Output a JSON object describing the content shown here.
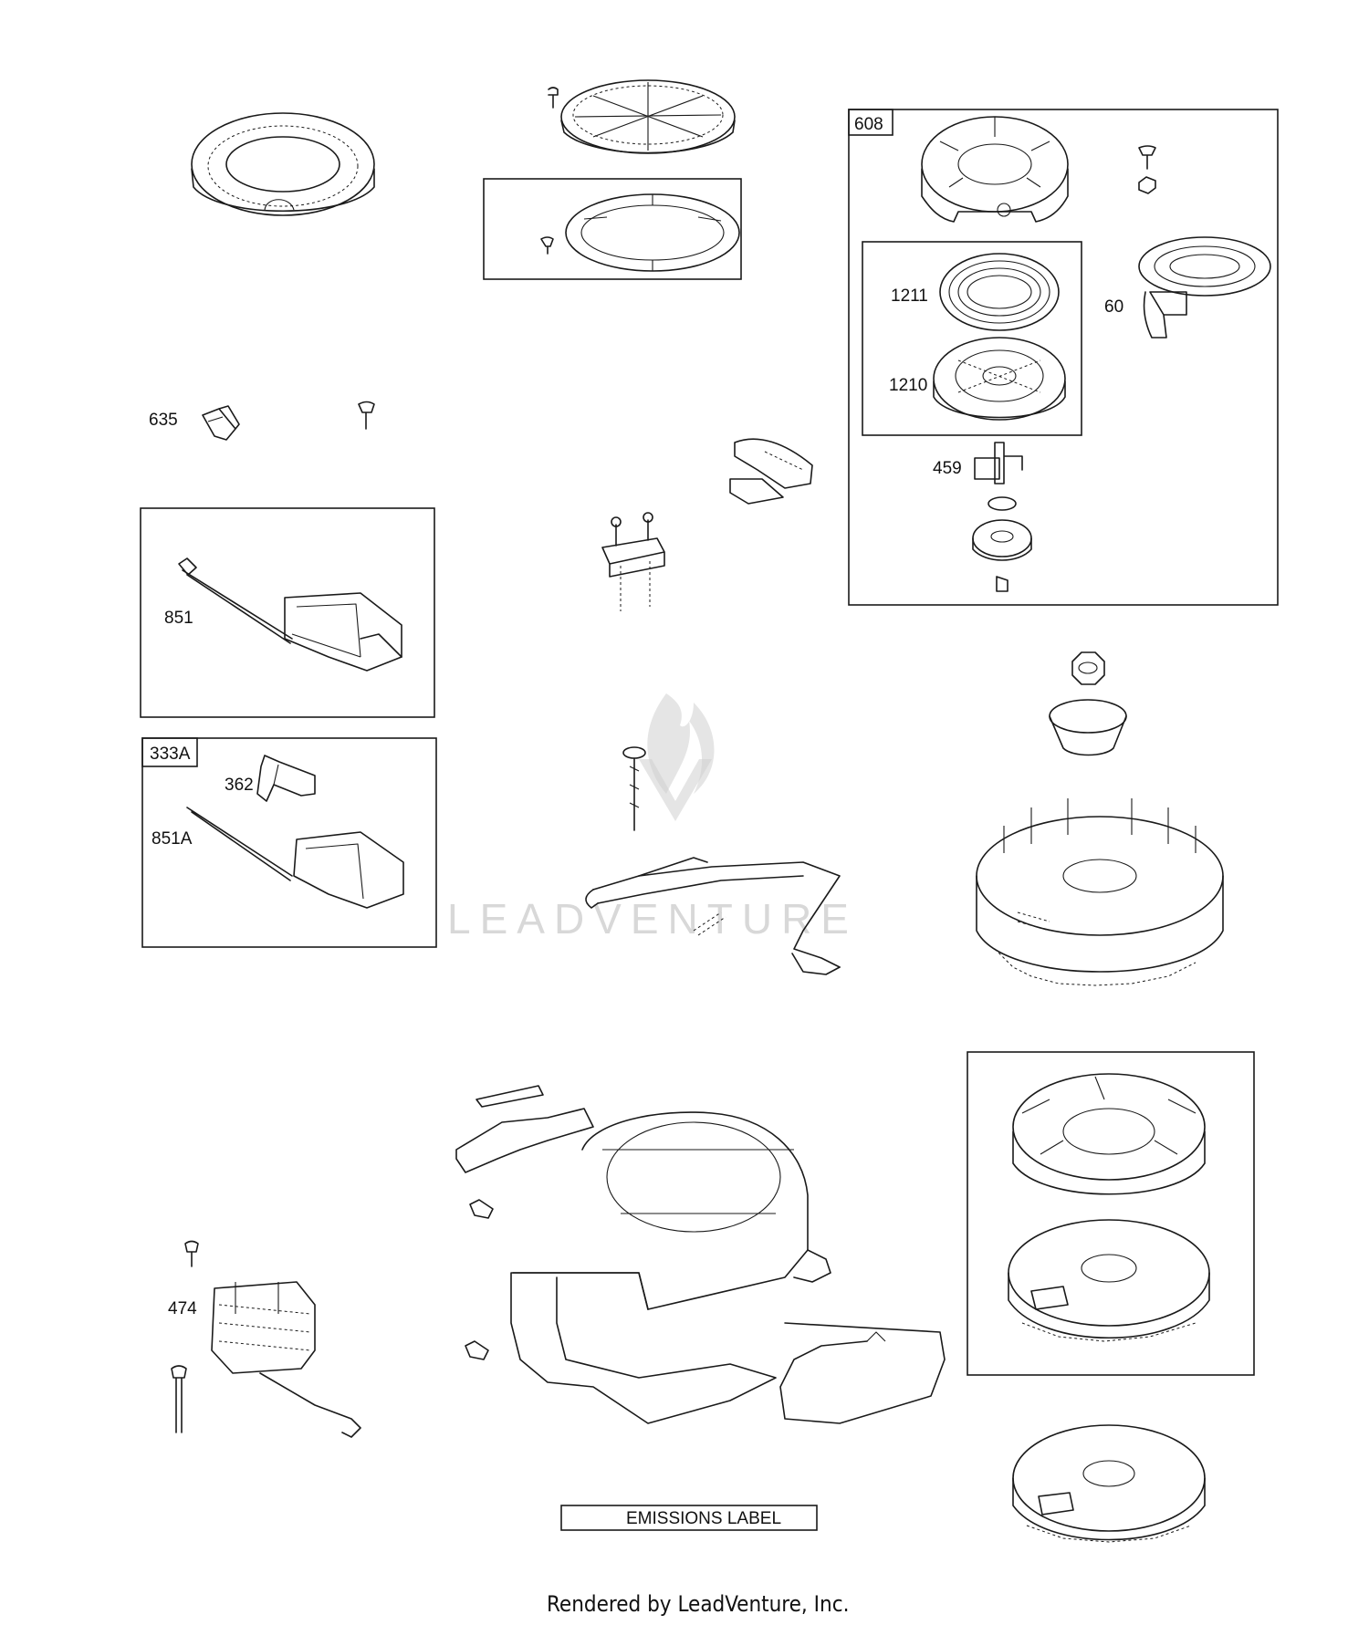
{
  "labels": {
    "l608": "608",
    "l1211": "1211",
    "l1210": "1210",
    "l60": "60",
    "l459": "459",
    "l635": "635",
    "l851": "851",
    "l333A": "333A",
    "l362": "362",
    "l851A": "851A",
    "l474": "474"
  },
  "emissions_label": "EMISSIONS LABEL",
  "watermark": "LEADVENTURE",
  "footer": "Rendered by LeadVenture, Inc."
}
